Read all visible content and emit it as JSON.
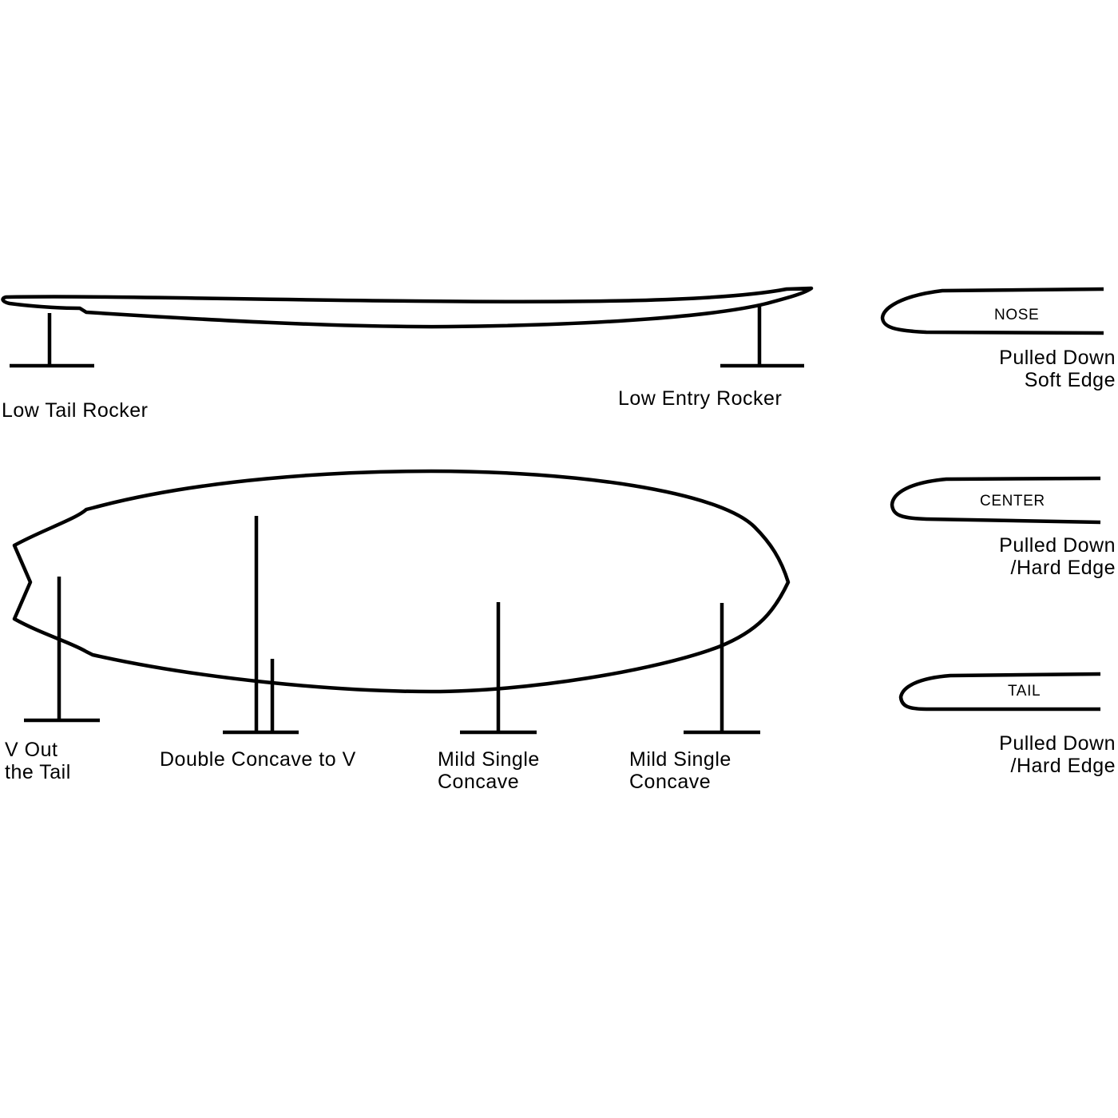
{
  "rocker": {
    "tail_label": "Low Tail Rocker",
    "entry_label": "Low Entry Rocker"
  },
  "rails": [
    {
      "name": "NOSE",
      "line1": "Pulled Down",
      "line2": "Soft Edge"
    },
    {
      "name": "CENTER",
      "line1": "Pulled Down",
      "line2": "/Hard Edge"
    },
    {
      "name": "TAIL",
      "line1": "Pulled Down",
      "line2": "/Hard Edge"
    }
  ],
  "bottom": [
    {
      "line1": "V Out",
      "line2": "the Tail"
    },
    {
      "line1": "Double Concave to V",
      "line2": ""
    },
    {
      "line1": "Mild Single",
      "line2": "Concave"
    },
    {
      "line1": "Mild Single",
      "line2": "Concave"
    }
  ]
}
